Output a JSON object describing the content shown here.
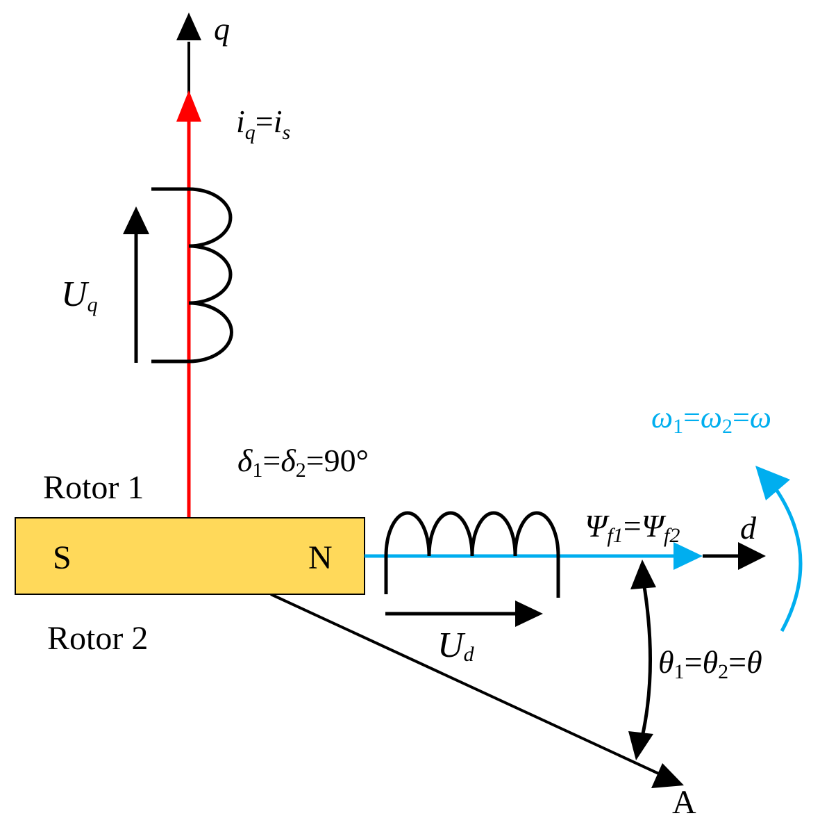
{
  "colors": {
    "q_axis_current": "#ff0000",
    "d_axis_flux": "#00aeef",
    "magnet_fill": "#ffd95a",
    "ink": "#000000"
  },
  "axes": {
    "q_label": "q",
    "d_label": "d",
    "A_label": "A"
  },
  "labels": {
    "current": {
      "i": "i",
      "q": "q",
      "eq": "=",
      "i2": "i",
      "s": "s"
    },
    "Uq": {
      "U": "U",
      "sub": "q"
    },
    "Ud": {
      "U": "U",
      "sub": "d"
    },
    "delta": {
      "d1": "δ",
      "s1": "1",
      "eq1": "=",
      "d2": "δ",
      "s2": "2",
      "rest": "=90°"
    },
    "psi": {
      "p1": "Ψ",
      "s1": "f1",
      "eq": "=",
      "p2": "Ψ",
      "s2": "f2"
    },
    "omega": {
      "w1": "ω",
      "s1": "1",
      "eq1": "=",
      "w2": "ω",
      "s2": "2",
      "eq2": "=",
      "w3": "ω"
    },
    "theta": {
      "t1": "θ",
      "s1": "1",
      "eq1": "=",
      "t2": "θ",
      "s2": "2",
      "eq2": "=",
      "t3": "θ"
    },
    "rotor1": "Rotor 1",
    "rotor2": "Rotor 2"
  },
  "magnet": {
    "south": "S",
    "north": "N"
  }
}
